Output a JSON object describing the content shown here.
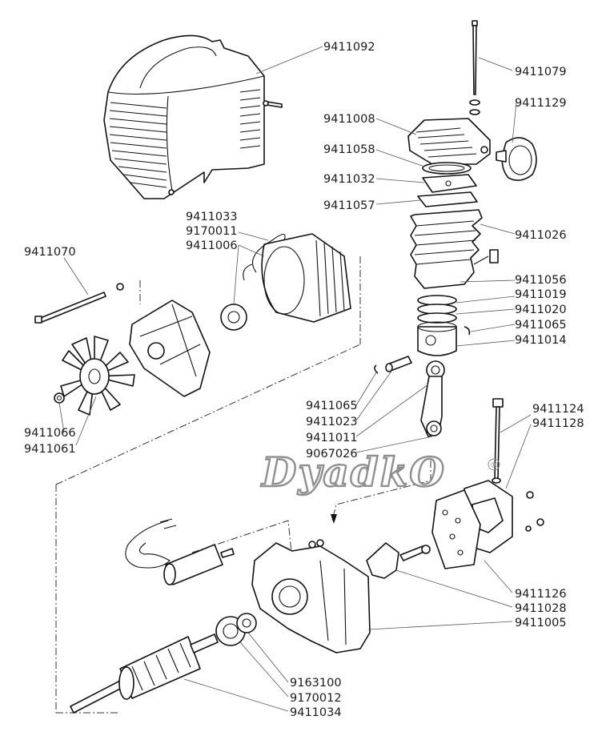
{
  "watermark": {
    "text": "DyadkO",
    "registered_mark": "®"
  },
  "labels": {
    "shroud": "9411092",
    "head_bolt": "9411079",
    "air_filter": "9411129",
    "cylinder_head": "9411008",
    "head_gasket": "9411058",
    "valve_plate": "9411032",
    "cylinder_gasket": "9411057",
    "cylinder": "9411026",
    "bolt_group": "9411056",
    "ring_1": "9411019",
    "ring_2": "9411020",
    "circlip_right": "9411065",
    "piston": "9411014",
    "stator_1": "9411033",
    "stator_2": "9170011",
    "stator_3": "9411006",
    "tie_rod": "9411070",
    "fan_nut": "9411066",
    "fan": "9411061",
    "circlip_left": "9411065",
    "piston_pin": "9411023",
    "conrod": "9411011",
    "conrod_bearing": "9067026",
    "pressure_switch_1": "9411124",
    "pressure_switch_2": "9411128",
    "crankcase_cover_1": "9411126",
    "crankcase_cover_2": "9411028",
    "crankcase": "9411005",
    "bearing_1": "9163100",
    "bearing_2": "9170012",
    "rotor": "9411034"
  }
}
